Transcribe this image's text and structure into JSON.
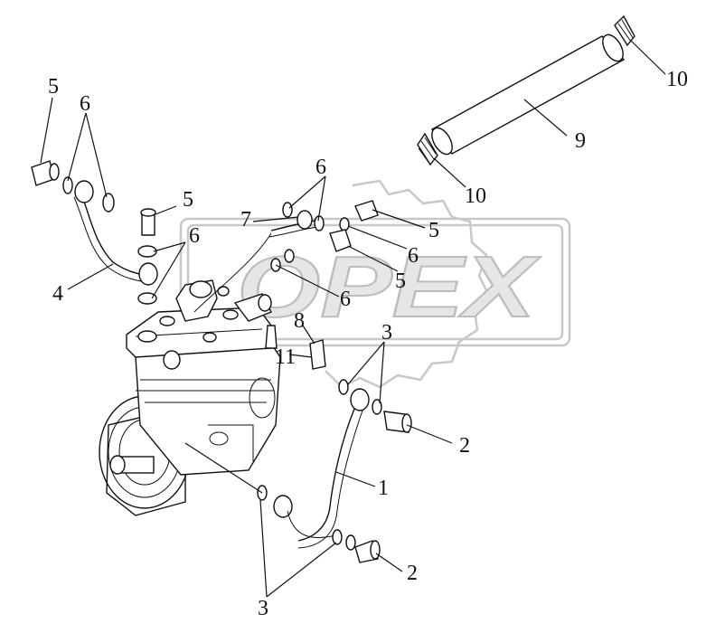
{
  "watermark": {
    "text": "OPEX"
  },
  "callouts": {
    "n1": "1",
    "n2a": "2",
    "n2b": "2",
    "n3a": "3",
    "n3b": "3",
    "n4": "4",
    "n5a": "5",
    "n5b": "5",
    "n5c": "5",
    "n5d": "5",
    "n6a": "6",
    "n6b": "6",
    "n6c": "6",
    "n6d": "6",
    "n6e": "6",
    "n7": "7",
    "n8": "8",
    "n9": "9",
    "n10a": "10",
    "n10b": "10",
    "n11": "11"
  }
}
